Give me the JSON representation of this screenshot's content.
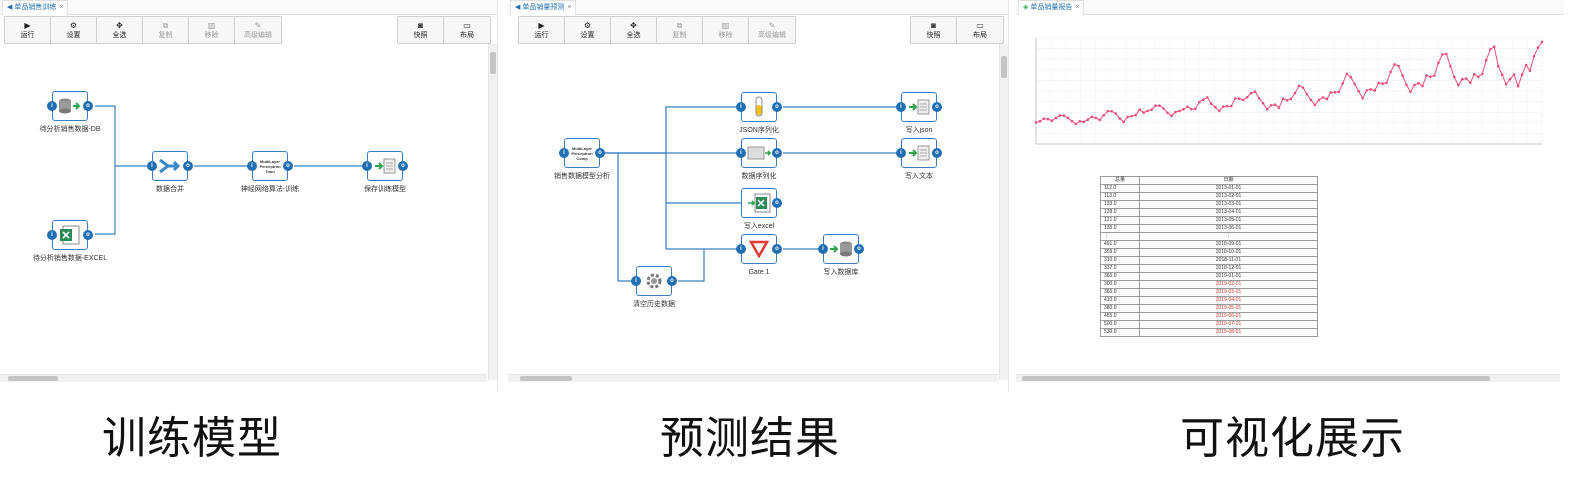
{
  "panel1": {
    "tab": "单品销售训练",
    "toolbar": {
      "run": "运行",
      "settings": "设置",
      "select_all": "全选",
      "copy": "复制",
      "remove": "移除",
      "advanced": "高级编辑",
      "snapshot": "快照",
      "layout": "布局"
    },
    "nodes": {
      "db": "待分析销售数据-DB",
      "excel": "待分析销售数据-EXCEL",
      "merge": "数据合并",
      "mlp": "神经网络算法-训练",
      "mlp_text": "MultiLayer Perceptron Train",
      "save": "保存训练模型"
    },
    "port": {
      "in": "i",
      "out": "o"
    }
  },
  "panel2": {
    "tab": "单品销量预测",
    "toolbar": {
      "run": "运行",
      "settings": "设置",
      "select_all": "全选",
      "copy": "复制",
      "remove": "移除",
      "advanced": "高级编辑",
      "snapshot": "快照",
      "layout": "布局"
    },
    "nodes": {
      "model": "销售数据模型分析",
      "model_text": "MultiLayer Perceptron Comp",
      "json": "JSON序列化",
      "serialize": "数据序列化",
      "excel": "写入excel",
      "gate": "Gate 1",
      "clean": "清空历史数据",
      "write_json": "写入json",
      "write_text": "写入文本",
      "write_db": "写入数据库"
    }
  },
  "panel3": {
    "tab": "单品销量报告",
    "table": {
      "headers": [
        "总量",
        "日期"
      ],
      "rows": [
        {
          "a": "112.0",
          "b": "2013-01-01"
        },
        {
          "a": "113.0",
          "b": "2013-02-01"
        },
        {
          "a": "133.0",
          "b": "2013-03-01"
        },
        {
          "a": "128.0",
          "b": "2013-04-01"
        },
        {
          "a": "121.0",
          "b": "2013-05-01"
        },
        {
          "a": "135.0",
          "b": "2013-06-01"
        },
        {
          "a": "⋮",
          "b": "⋮"
        },
        {
          "a": "491.0",
          "b": "2018-09-01"
        },
        {
          "a": "359.0",
          "b": "2018-10-01"
        },
        {
          "a": "310.0",
          "b": "2018-11-01"
        },
        {
          "a": "337.0",
          "b": "2018-12-01"
        },
        {
          "a": "360.0",
          "b": "2019-01-01"
        },
        {
          "a": "300.0",
          "b": "2019-02-01",
          "red": true
        },
        {
          "a": "360.0",
          "b": "2019-03-01",
          "red": true
        },
        {
          "a": "410.0",
          "b": "2019-04-01",
          "red": true
        },
        {
          "a": "380.0",
          "b": "2019-05-01",
          "red": true
        },
        {
          "a": "455.0",
          "b": "2019-06-01",
          "red": true
        },
        {
          "a": "500.0",
          "b": "2019-07-01",
          "red": true
        },
        {
          "a": "530.0",
          "b": "2019-08-01",
          "red": true
        }
      ]
    }
  },
  "chart_data": {
    "type": "line",
    "color": "#e8507a",
    "series": [
      {
        "values": [
          112,
          118,
          132,
          129,
          121,
          135,
          148,
          148,
          136,
          119,
          104,
          118,
          115,
          126,
          141,
          135,
          125,
          149,
          170,
          170,
          158,
          133,
          114,
          140,
          145,
          150,
          178,
          163,
          172,
          178,
          199,
          199,
          184,
          162,
          146,
          166,
          171,
          180,
          193,
          181,
          183,
          218,
          230,
          242,
          209,
          191,
          172,
          194,
          196,
          196,
          236,
          235,
          229,
          243,
          264,
          272,
          237,
          211,
          180,
          201,
          204,
          188,
          235,
          227,
          234,
          264,
          302,
          293,
          259,
          229,
          203,
          229,
          242,
          233,
          267,
          269,
          270,
          315,
          364,
          347,
          312,
          274,
          237,
          278,
          284,
          277,
          317,
          313,
          318,
          374,
          413,
          405,
          355,
          306,
          271,
          306,
          315,
          301,
          356,
          348,
          355,
          422,
          465,
          467,
          404,
          347,
          305,
          336,
          340,
          318,
          362,
          348,
          363,
          435,
          491,
          505,
          404,
          359,
          310,
          337,
          360,
          300,
          360,
          410,
          380,
          455,
          500,
          530
        ]
      }
    ],
    "ylim": [
      0,
      550
    ],
    "grid": true
  },
  "captions": {
    "c1": "训练模型",
    "c2": "预测结果",
    "c3": "可视化展示"
  }
}
